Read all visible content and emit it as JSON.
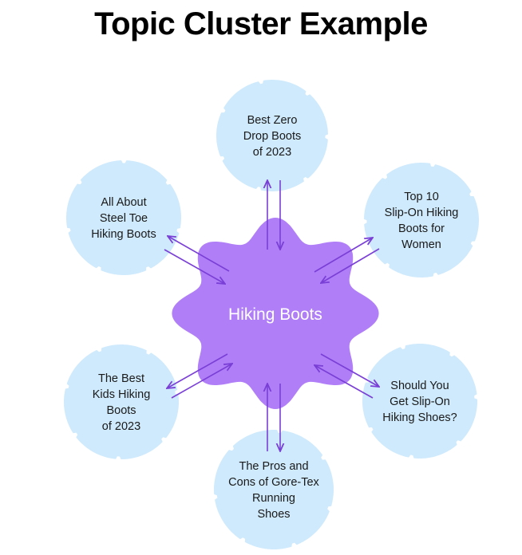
{
  "title": "Topic Cluster Example",
  "hub": {
    "label": "Hiking Boots"
  },
  "topics": [
    {
      "id": "top",
      "lines": [
        "Best Zero",
        "Drop Boots",
        "of 2023"
      ]
    },
    {
      "id": "upper-right",
      "lines": [
        "Top 10",
        "Slip-On Hiking",
        "Boots for",
        "Women"
      ]
    },
    {
      "id": "lower-right",
      "lines": [
        "Should You",
        "Get Slip-On",
        "Hiking Shoes?"
      ]
    },
    {
      "id": "bottom",
      "lines": [
        "The Pros and",
        "Cons of Gore-Tex",
        "Running",
        "Shoes"
      ]
    },
    {
      "id": "lower-left",
      "lines": [
        "The Best",
        "Kids Hiking",
        "Boots",
        "of 2023"
      ]
    },
    {
      "id": "upper-left",
      "lines": [
        "All About",
        "Steel Toe",
        "Hiking Boots"
      ]
    }
  ],
  "colors": {
    "hub": "#b07ff7",
    "topic_circle": "#cfeafc",
    "arrow": "#7a3fd6",
    "title": "#000000"
  }
}
